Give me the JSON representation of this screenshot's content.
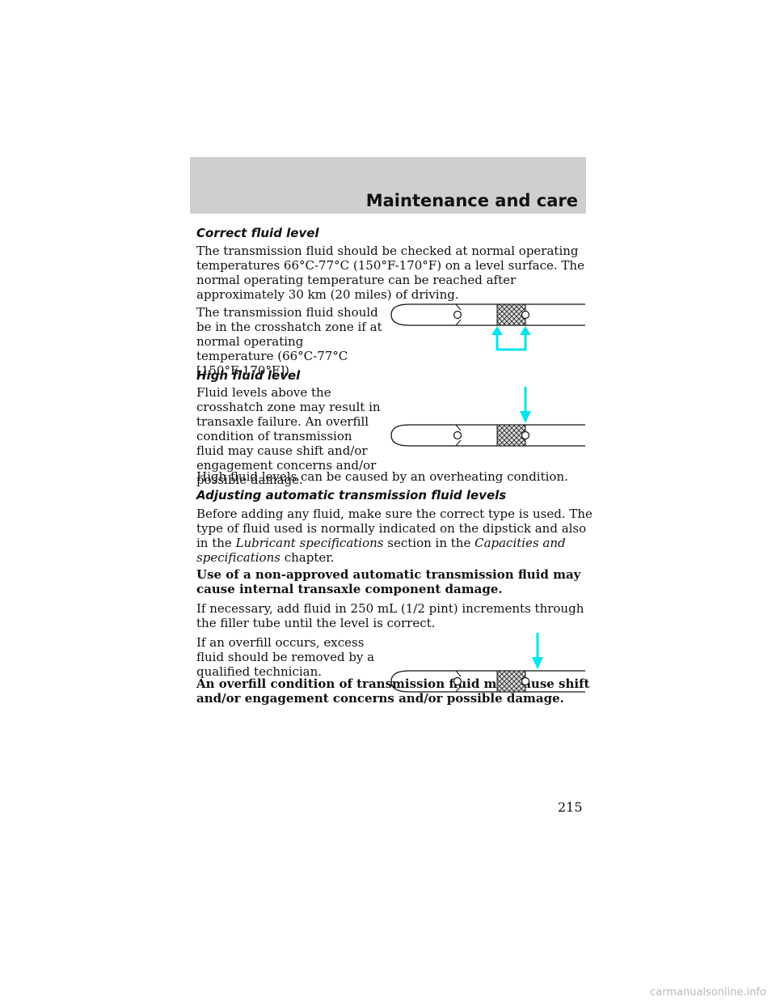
{
  "header": {
    "title": "Maintenance and care"
  },
  "sections": {
    "correct": {
      "heading": "Correct fluid level",
      "p1": "The transmission fluid should be checked at normal operating temperatures 66°C-77°C (150°F-170°F) on a level surface. The normal operating temperature can be reached after approximately 30 km (20 miles) of driving.",
      "p2": "The transmission fluid should be in the crosshatch zone if at normal operating temperature (66°C-77°C [150°F-170°F])."
    },
    "high": {
      "heading": "High fluid level",
      "p1": "Fluid levels above the crosshatch zone may result in transaxle failure. An overfill condition of transmission fluid may cause shift and/or engagement concerns and/or possible damage.",
      "p2": "High fluid levels can be caused by an overheating condition."
    },
    "adjusting": {
      "heading": "Adjusting automatic transmission fluid levels",
      "p1_a": "Before adding any fluid, make sure the correct type is used. The type of fluid used is normally indicated on the dipstick and also in the ",
      "p1_b": "Lubricant specifications",
      "p1_c": " section in the ",
      "p1_d": "Capacities and specifications",
      "p1_e": " chapter.",
      "warning1": "Use of a non-approved automatic transmission fluid may cause internal transaxle component damage.",
      "p2": "If necessary, add fluid in 250 mL (1/2 pint) increments through the filler tube until the level is correct.",
      "p3": "If an overfill occurs, excess fluid should be removed by a qualified technician.",
      "warning2": "An overfill condition of transmission fluid may cause shift and/or engagement concerns and/or possible damage."
    }
  },
  "colors": {
    "arrow": "#00e5ee",
    "hatch_bg": "#dcdcdc"
  },
  "page_number": "215",
  "footer": "carmanualsonline.info"
}
